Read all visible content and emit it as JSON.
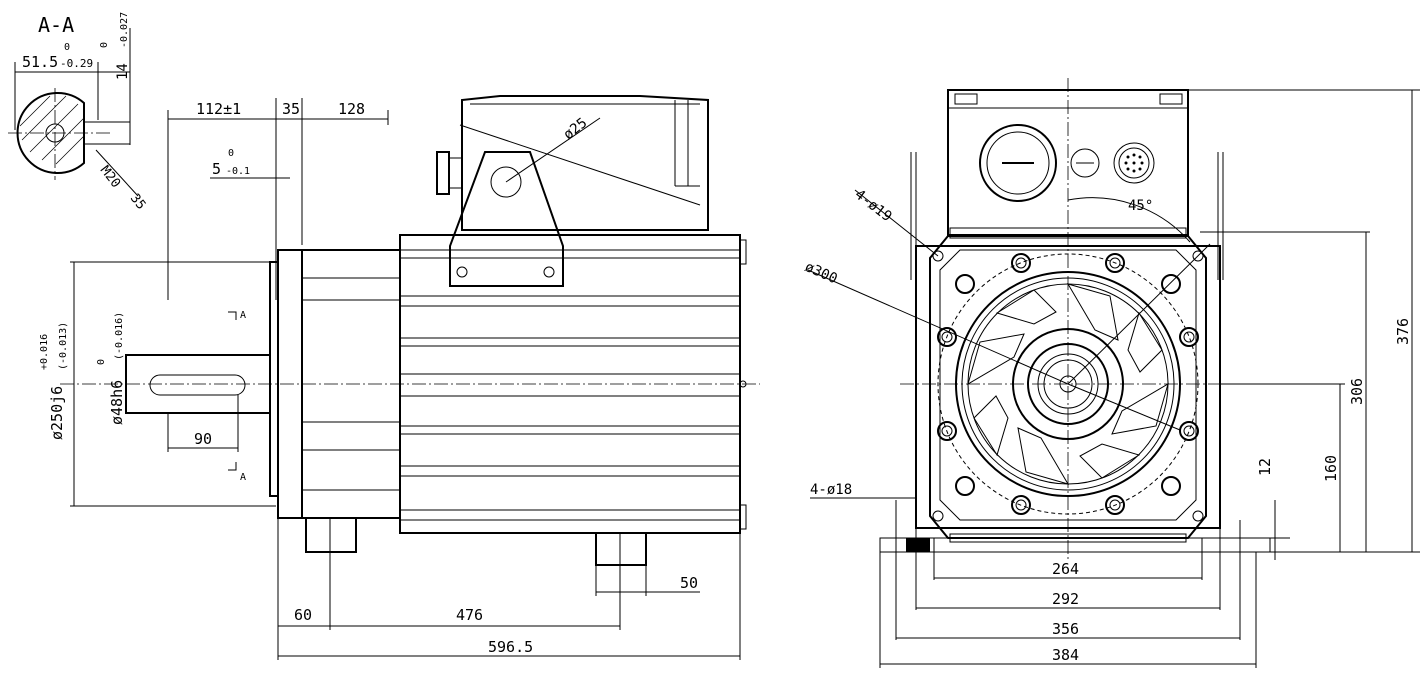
{
  "section": {
    "title": "A-A",
    "width_dim": "51.5",
    "width_tol_upper": "0",
    "width_tol_lower": "-0.29",
    "key_dim": "14",
    "key_tol_upper": "0",
    "key_tol_lower": "-0.027",
    "thread": "M20",
    "thread_depth": "35"
  },
  "side_view": {
    "dim_112": "112±1",
    "dim_35": "35",
    "dim_128": "128",
    "dim_5": "5",
    "dim_5_tol_upper": "0",
    "dim_5_tol_lower": "-0.1",
    "dim_250": "ø250j6",
    "dim_250_tol_upper": "+0.016",
    "dim_250_tol_lower": "(-0.013)",
    "dim_48": "ø48h6",
    "dim_48_tol_upper": "0",
    "dim_48_tol_lower": "(-0.016)",
    "dim_90": "90",
    "dim_25": "ø25",
    "dim_60": "60",
    "dim_476": "476",
    "dim_50": "50",
    "dim_596": "596.5",
    "section_mark": "A"
  },
  "front_view": {
    "holes_19": "4-ø19",
    "dia_300": "ø300",
    "angle_45": "45°",
    "holes_18": "4-ø18",
    "dim_264": "264",
    "dim_292": "292",
    "dim_356": "356",
    "dim_384": "384",
    "dim_376": "376",
    "dim_306": "306",
    "dim_160": "160",
    "dim_12": "12"
  }
}
